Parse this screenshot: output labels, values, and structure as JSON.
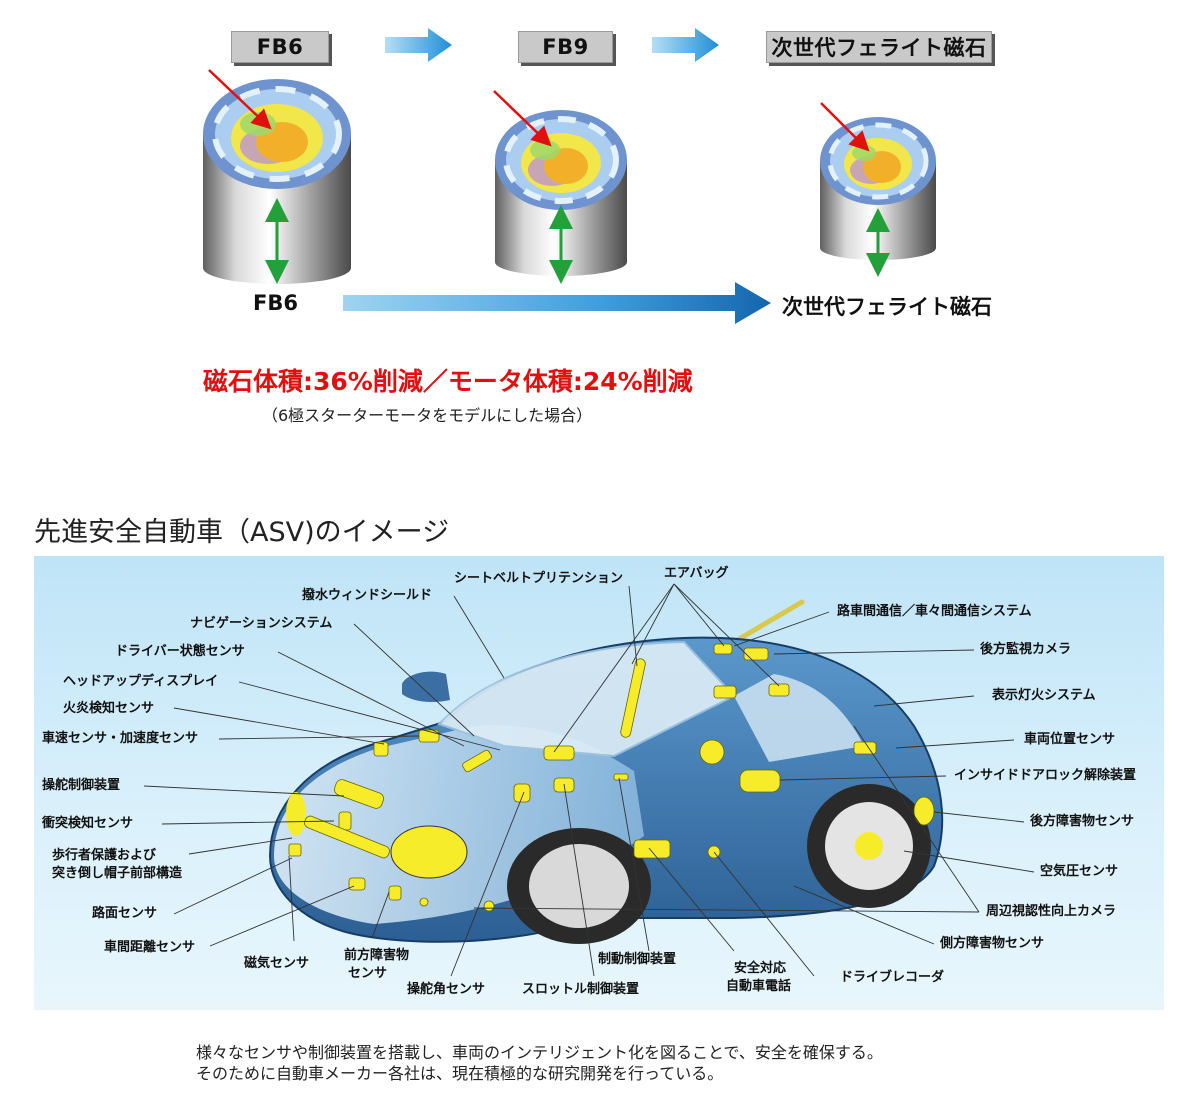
{
  "magnet": {
    "tags": [
      "FB6",
      "FB9",
      "次世代フェライト磁石"
    ],
    "bottom_left": "FB6",
    "bottom_right": "次世代フェライト磁石",
    "headline": "磁石体積:36%削減／モータ体積:24%削減",
    "note": "（6極スターターモータをモデルにした場合）"
  },
  "asv": {
    "title": "先進安全自動車（ASV)のイメージ",
    "labels": {
      "seatbelt": "シートベルトプリテンション",
      "airbag": "エアバッグ",
      "wiper": "撥水ウィンドシールド",
      "navi": "ナビゲーションシステム",
      "driver": "ドライバー状態センサ",
      "hud": "ヘッドアップディスプレイ",
      "fire": "火炎検知センサ",
      "speed": "車速センサ・加速度センサ",
      "steer_ctrl": "操舵制御装置",
      "collision": "衝突検知センサ",
      "pedestrian_1": "歩行者保護および",
      "pedestrian_2": "突き倒し帽子前部構造",
      "road": "路面センサ",
      "distance": "車間距離センサ",
      "magnetic": "磁気センサ",
      "front_obs_1": "前方障害物",
      "front_obs_2": "センサ",
      "steer_angle": "操舵角センサ",
      "throttle": "スロットル制御装置",
      "brake": "制動制御装置",
      "phone_1": "安全対応",
      "phone_2": "自動車電話",
      "recorder": "ドライブレコーダ",
      "road_comm": "路車間通信／車々間通信システム",
      "rear_cam": "後方監視カメラ",
      "lamp": "表示灯火システム",
      "position": "車両位置センサ",
      "door_lock": "インサイドドアロック解除装置",
      "rear_obs": "後方障害物センサ",
      "tire": "空気圧センサ",
      "camera": "周辺視認性向上カメラ",
      "side_obs": "側方障害物センサ"
    },
    "caption_1": "様々なセンサや制御装置を搭載し、車両のインテリジェント化を図ることで、安全を確保する。",
    "caption_2": "そのために自動車メーカー各社は、現在積極的な研究開発を行っている。"
  },
  "colors": {
    "accent_red": "#e0100e",
    "arrow_blue": "#1f8fd6",
    "car_blue": "#3f7fb5",
    "sensor_yellow": "#f6ec2a"
  }
}
